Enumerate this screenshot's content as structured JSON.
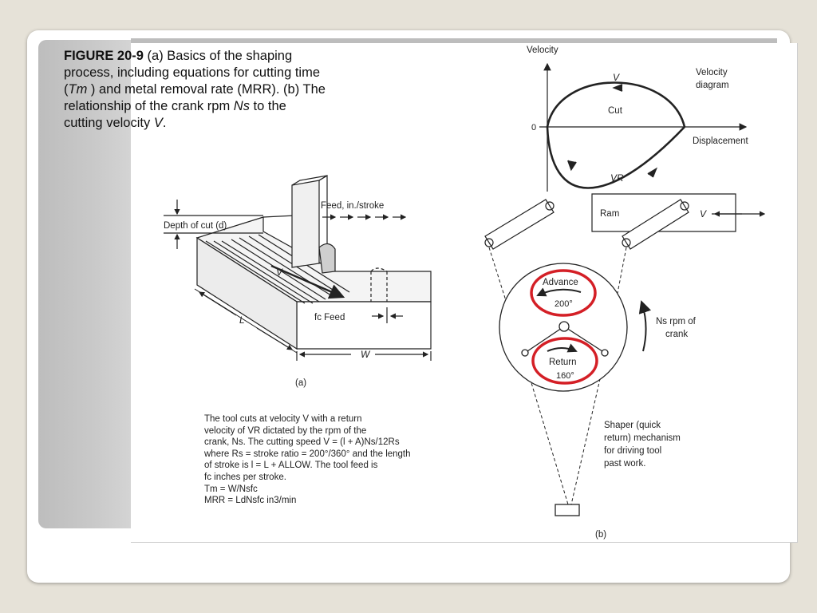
{
  "caption": {
    "label": "FIGURE 20-9",
    "part1": " (a) Basics of the shaping process, including equations for cutting time (",
    "tm": "Tm",
    "part2": " ) and metal removal rate (MRR). (b) The relationship of the crank rpm ",
    "ns": "Ns",
    "part3": " to the cutting velocity ",
    "v": "V",
    "part4": "."
  },
  "part_a": {
    "feed_label": "Feed, in./stroke",
    "depth_label": "Depth of cut (d)",
    "v_label": "V",
    "l_label": "L",
    "fc_feed_label": "fc Feed",
    "w_label": "W",
    "sublabel": "(a)",
    "desc_lines": [
      "The tool cuts at velocity V with a return",
      "velocity of VR dictated by the rpm of the",
      "crank, Ns. The cutting speed V = (l + A)Ns/12Rs",
      "where Rs = stroke ratio = 200°/360° and the length",
      "of stroke is l = L + ALLOW. The tool feed is",
      "fc inches per stroke.",
      "Tm = W/Nsfc",
      "MRR = LdNsfc in3/min"
    ]
  },
  "part_b": {
    "velocity_axis": "Velocity",
    "displacement_axis": "Displacement",
    "zero": "0",
    "v_label": "V",
    "cut_label": "Cut",
    "vr_label": "VR",
    "velocity_diagram_1": "Velocity",
    "velocity_diagram_2": "diagram",
    "ram_label": "Ram",
    "ram_v": "V",
    "advance_label": "Advance",
    "advance_deg": "200°",
    "return_label": "Return",
    "return_deg": "160°",
    "ns_line1": "Ns rpm of",
    "ns_line2": "crank",
    "shaper_lines": [
      "Shaper (quick",
      "return) mechanism",
      "for driving tool",
      "past work."
    ],
    "sublabel": "(b)"
  },
  "colors": {
    "highlight": "#d41f26",
    "ink": "#222222"
  }
}
